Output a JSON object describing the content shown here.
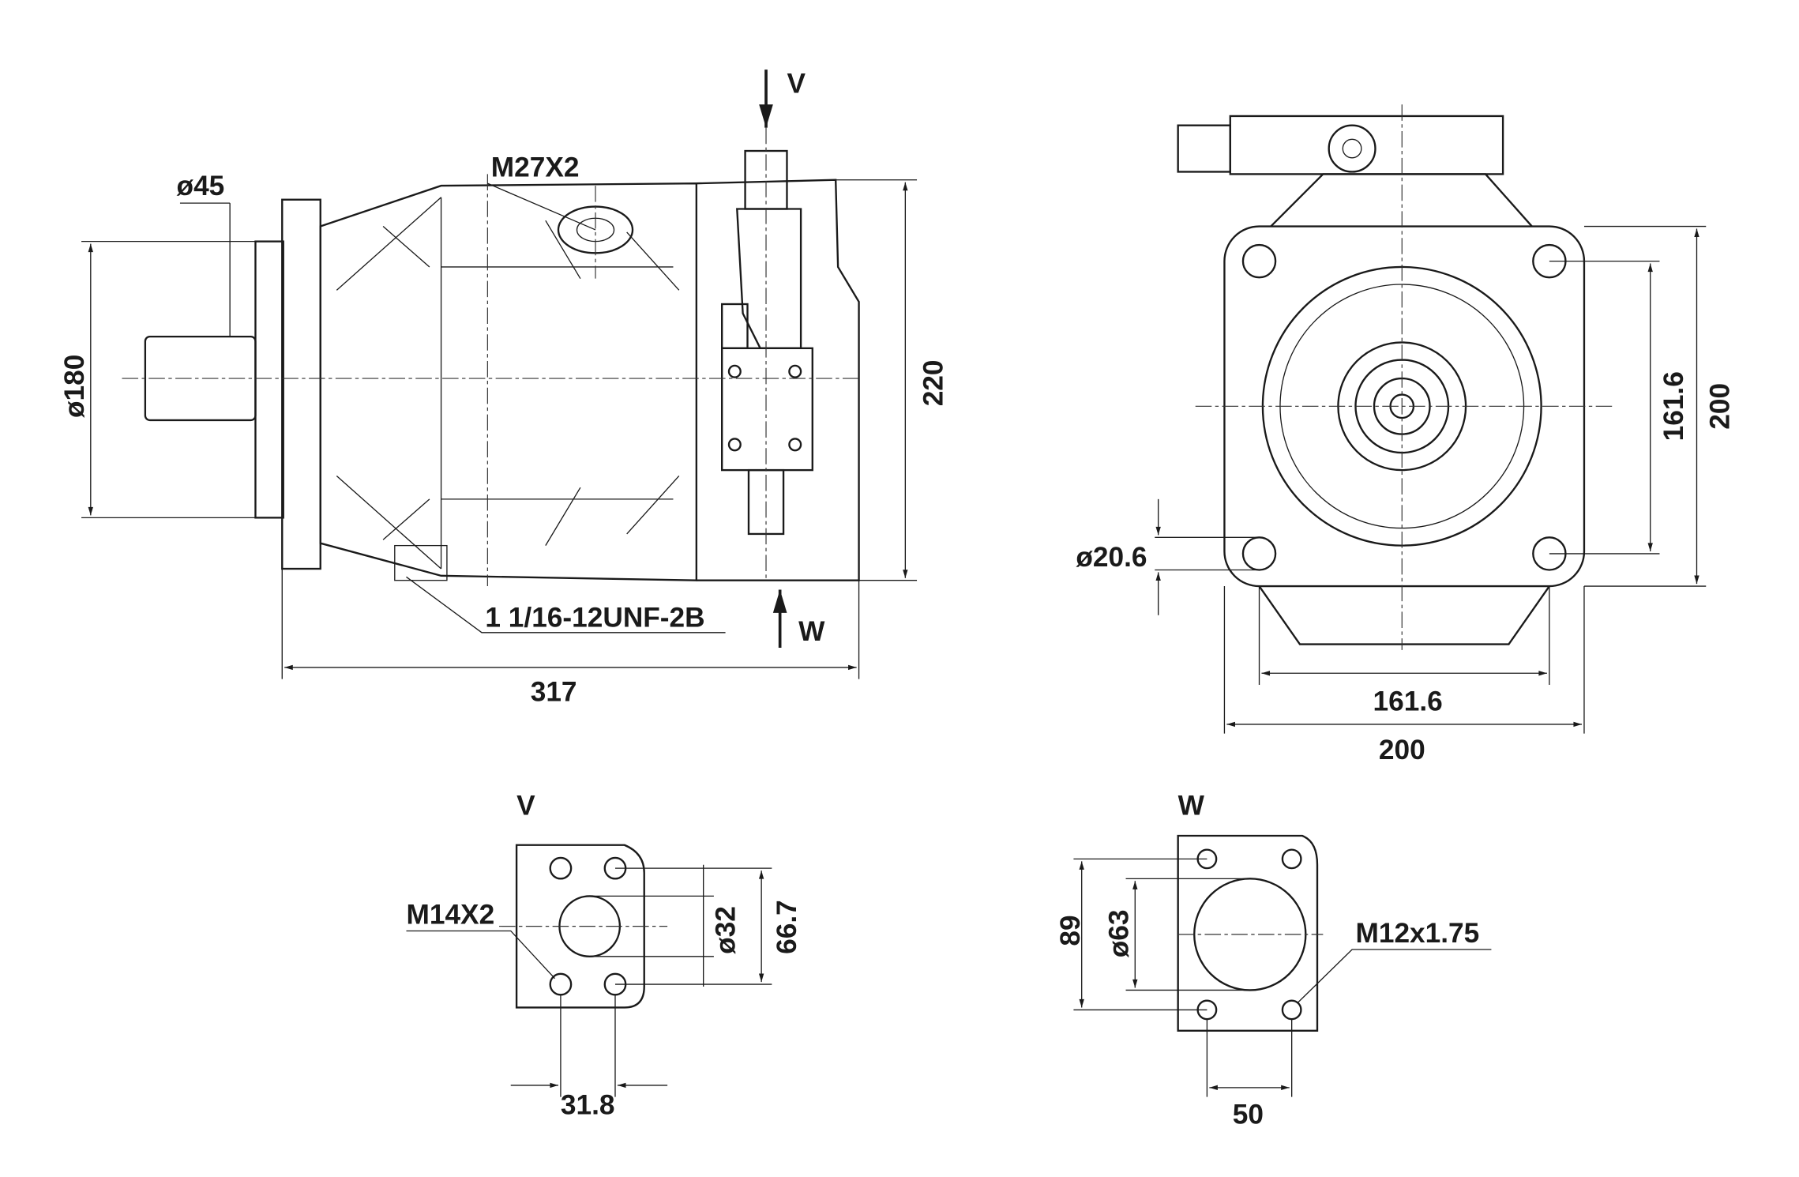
{
  "side_view": {
    "view_label_v": "V",
    "view_label_w": "W",
    "port_thread": "M27X2",
    "shaft_diameter": "ø45",
    "pilot_diameter": "ø180",
    "height": "220",
    "drain_thread": "1 1/16-12UNF-2B",
    "length": "317"
  },
  "front_view": {
    "bolt_spacing_h": "161.6",
    "flange_width": "200",
    "bolt_spacing_v": "161.6",
    "flange_height": "200",
    "bolt_hole_diameter": "ø20.6"
  },
  "port_v": {
    "title": "V",
    "thread": "M14X2",
    "bore": "ø32",
    "bolt_spacing_long": "66.7",
    "bolt_spacing_short": "31.8"
  },
  "port_w": {
    "title": "W",
    "thread": "M12x1.75",
    "bore": "ø63",
    "bolt_spacing_long": "89",
    "bolt_spacing_short": "50"
  }
}
